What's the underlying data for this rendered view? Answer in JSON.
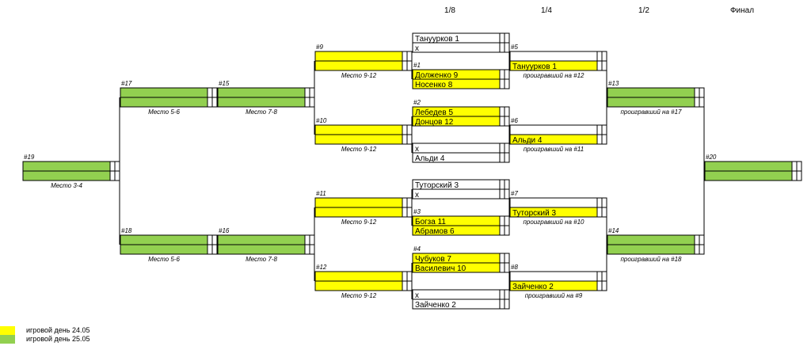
{
  "colors": {
    "day1": "#ffff00",
    "day2": "#92d050",
    "line": "#000000",
    "empty": "#ffffff"
  },
  "rounds": [
    "1/8",
    "1/4",
    "1/2",
    "Финал"
  ],
  "matches": [
    {
      "id": "r1-a",
      "label": "",
      "note": "",
      "rows": [
        {
          "name": "Тануурков 1",
          "day": "empty"
        },
        {
          "name": "x",
          "day": "empty"
        }
      ]
    },
    {
      "id": "r1-1",
      "label": "#1",
      "note": "",
      "rows": [
        {
          "name": "Долженко 9",
          "day": "day1"
        },
        {
          "name": "Носенко 8",
          "day": "day1"
        }
      ]
    },
    {
      "id": "r1-2",
      "label": "#2",
      "note": "",
      "rows": [
        {
          "name": "Лебедев 5",
          "day": "day1"
        },
        {
          "name": "Донцов 12",
          "day": "day1"
        }
      ]
    },
    {
      "id": "r1-b",
      "label": "",
      "note": "",
      "rows": [
        {
          "name": "x",
          "day": "empty"
        },
        {
          "name": "Альди 4",
          "day": "empty"
        }
      ]
    },
    {
      "id": "r1-c",
      "label": "",
      "note": "",
      "rows": [
        {
          "name": "Туторский 3",
          "day": "empty"
        },
        {
          "name": "x",
          "day": "empty"
        }
      ]
    },
    {
      "id": "r1-3",
      "label": "#3",
      "note": "",
      "rows": [
        {
          "name": "Богза 11",
          "day": "day1"
        },
        {
          "name": "Абрамов 6",
          "day": "day1"
        }
      ]
    },
    {
      "id": "r1-4",
      "label": "#4",
      "note": "",
      "rows": [
        {
          "name": "Чубуков 7",
          "day": "day1"
        },
        {
          "name": "Василевич 10",
          "day": "day1"
        }
      ]
    },
    {
      "id": "r1-d",
      "label": "",
      "note": "",
      "rows": [
        {
          "name": "x",
          "day": "empty"
        },
        {
          "name": "Зайченко 2",
          "day": "empty"
        }
      ]
    },
    {
      "id": "qf-5",
      "label": "#5",
      "note": "проигравший на #12",
      "rows": [
        {
          "name": "",
          "day": "empty"
        },
        {
          "name": "Тануурков 1",
          "day": "day1"
        }
      ]
    },
    {
      "id": "qf-6",
      "label": "#6",
      "note": "проигравший на #11",
      "rows": [
        {
          "name": "",
          "day": "empty"
        },
        {
          "name": "Альди 4",
          "day": "day1"
        }
      ]
    },
    {
      "id": "qf-7",
      "label": "#7",
      "note": "проигравший на #10",
      "rows": [
        {
          "name": "",
          "day": "empty"
        },
        {
          "name": "Туторский 3",
          "day": "day1"
        }
      ]
    },
    {
      "id": "qf-8",
      "label": "#8",
      "note": "проигравший на #9",
      "rows": [
        {
          "name": "",
          "day": "empty"
        },
        {
          "name": "Зайченко 2",
          "day": "day1"
        }
      ]
    },
    {
      "id": "sf-13",
      "label": "#13",
      "note": "проигравший на #17",
      "rows": [
        {
          "name": "",
          "day": "day2"
        },
        {
          "name": "",
          "day": "day2"
        }
      ]
    },
    {
      "id": "sf-14",
      "label": "#14",
      "note": "проигравший на #18",
      "rows": [
        {
          "name": "",
          "day": "day2"
        },
        {
          "name": "",
          "day": "day2"
        }
      ]
    },
    {
      "id": "fin-20",
      "label": "#20",
      "note": "",
      "rows": [
        {
          "name": "",
          "day": "day2"
        },
        {
          "name": "",
          "day": "day2"
        }
      ]
    },
    {
      "id": "c-9",
      "label": "#9",
      "note": "Место 9-12",
      "rows": [
        {
          "name": "",
          "day": "day1"
        },
        {
          "name": "",
          "day": "day1"
        }
      ]
    },
    {
      "id": "c-10",
      "label": "#10",
      "note": "Место 9-12",
      "rows": [
        {
          "name": "",
          "day": "day1"
        },
        {
          "name": "",
          "day": "day1"
        }
      ]
    },
    {
      "id": "c-11",
      "label": "#11",
      "note": "Место 9-12",
      "rows": [
        {
          "name": "",
          "day": "day1"
        },
        {
          "name": "",
          "day": "day1"
        }
      ]
    },
    {
      "id": "c-12",
      "label": "#12",
      "note": "Место 9-12",
      "rows": [
        {
          "name": "",
          "day": "day1"
        },
        {
          "name": "",
          "day": "day1"
        }
      ]
    },
    {
      "id": "c-15",
      "label": "#15",
      "note": "Место 7-8",
      "rows": [
        {
          "name": "",
          "day": "day2"
        },
        {
          "name": "",
          "day": "day2"
        }
      ]
    },
    {
      "id": "c-16",
      "label": "#16",
      "note": "Место 7-8",
      "rows": [
        {
          "name": "",
          "day": "day2"
        },
        {
          "name": "",
          "day": "day2"
        }
      ]
    },
    {
      "id": "c-17",
      "label": "#17",
      "note": "Место 5-6",
      "rows": [
        {
          "name": "",
          "day": "day2"
        },
        {
          "name": "",
          "day": "day2"
        }
      ]
    },
    {
      "id": "c-18",
      "label": "#18",
      "note": "Место 5-6",
      "rows": [
        {
          "name": "",
          "day": "day2"
        },
        {
          "name": "",
          "day": "day2"
        }
      ]
    },
    {
      "id": "c-19",
      "label": "#19",
      "note": "Место 3-4",
      "rows": [
        {
          "name": "",
          "day": "day2"
        },
        {
          "name": "",
          "day": "day2"
        }
      ]
    }
  ],
  "legend": [
    {
      "label": "игровой день 24.05",
      "day": "day1"
    },
    {
      "label": "игровой день 25.05",
      "day": "day2"
    }
  ]
}
